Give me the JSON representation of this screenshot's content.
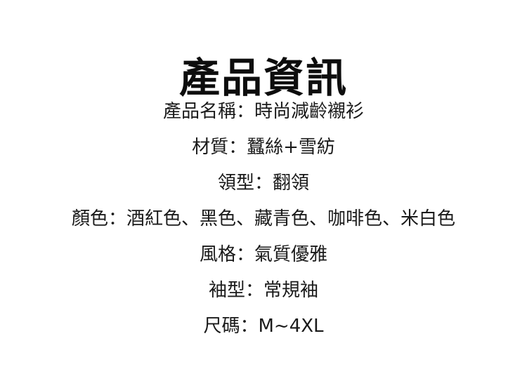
{
  "title": "產品資訊",
  "rows": [
    {
      "label": "產品名稱",
      "sep": "：",
      "value": "時尚減齡襯衫"
    },
    {
      "label": "材質",
      "sep": "：",
      "value": "蠶絲+雪紡"
    },
    {
      "label": "領型",
      "sep": "：",
      "value": "翻領"
    },
    {
      "label": "顏色",
      "sep": "：",
      "value": "酒紅色、黑色、藏青色、咖啡色、米白色"
    },
    {
      "label": "風格",
      "sep": "：",
      "value": "氣質優雅"
    },
    {
      "label": "袖型",
      "sep": "：",
      "value": "常規袖"
    },
    {
      "label": "尺碼",
      "sep": "：",
      "value": "M~4XL"
    }
  ],
  "colors": {
    "background": "#ffffff",
    "text": "#111111"
  }
}
